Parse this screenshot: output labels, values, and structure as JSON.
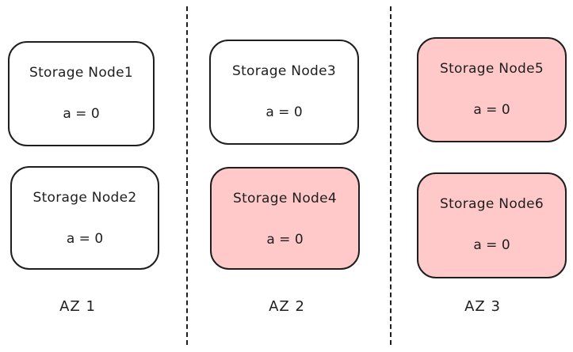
{
  "nodes": [
    {
      "title": "Storage Node1",
      "value": "a = 0"
    },
    {
      "title": "Storage Node2",
      "value": "a = 0"
    },
    {
      "title": "Storage Node3",
      "value": "a = 0"
    },
    {
      "title": "Storage Node4",
      "value": "a = 0"
    },
    {
      "title": "Storage Node5",
      "value": "a = 0"
    },
    {
      "title": "Storage Node6",
      "value": "a = 0"
    }
  ],
  "zones": [
    "AZ 1",
    "AZ 2",
    "AZ 3"
  ],
  "colors": {
    "stroke": "#1e1e1e",
    "highlight_fill": "#ffc9c9",
    "default_fill": "#ffffff"
  }
}
